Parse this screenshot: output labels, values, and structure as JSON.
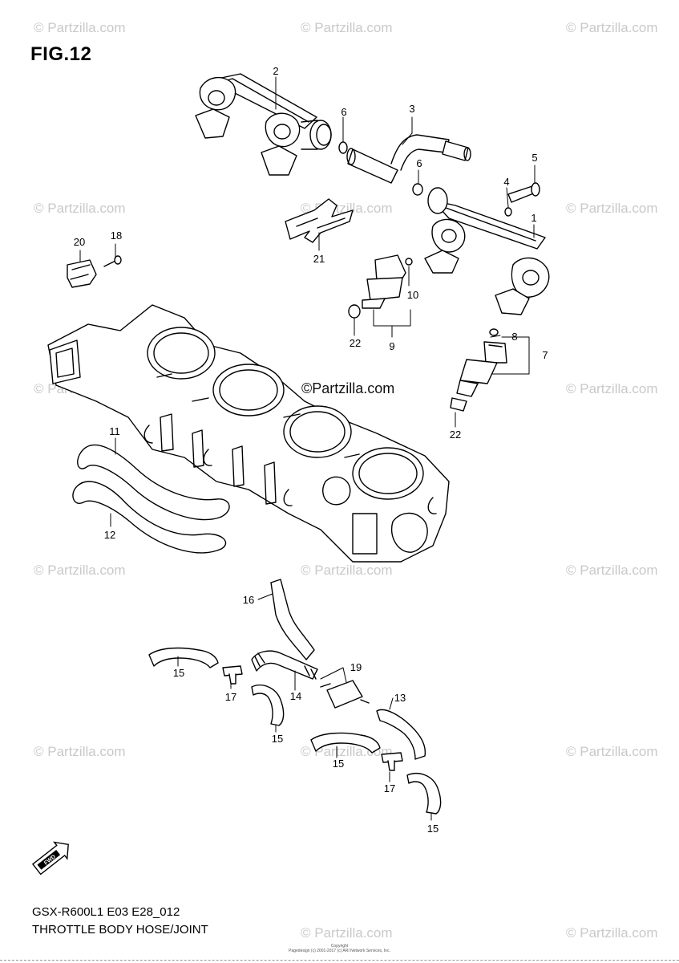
{
  "figure": {
    "title": "FIG.12"
  },
  "watermark": {
    "text": "© Partzilla.com",
    "center_text": "©Partzilla.com"
  },
  "callouts": {
    "c1": "1",
    "c2": "2",
    "c3": "3",
    "c4": "4",
    "c5": "5",
    "c6a": "6",
    "c6b": "6",
    "c7": "7",
    "c8": "8",
    "c9": "9",
    "c10": "10",
    "c11": "11",
    "c12": "12",
    "c13": "13",
    "c14": "14",
    "c15a": "15",
    "c15b": "15",
    "c15c": "15",
    "c15d": "15",
    "c16": "16",
    "c17a": "17",
    "c17b": "17",
    "c18": "18",
    "c19": "19",
    "c20": "20",
    "c21": "21",
    "c22a": "22",
    "c22b": "22"
  },
  "fwd": {
    "label": "FWD"
  },
  "footer": {
    "code": "GSX-R600L1 E03 E28_012",
    "title": "THROTTLE BODY HOSE/JOINT",
    "copyright_1": "Copyright",
    "copyright_2": "Pagedesign (c) 2001-2017 (c) ARI Network Services, Inc."
  }
}
